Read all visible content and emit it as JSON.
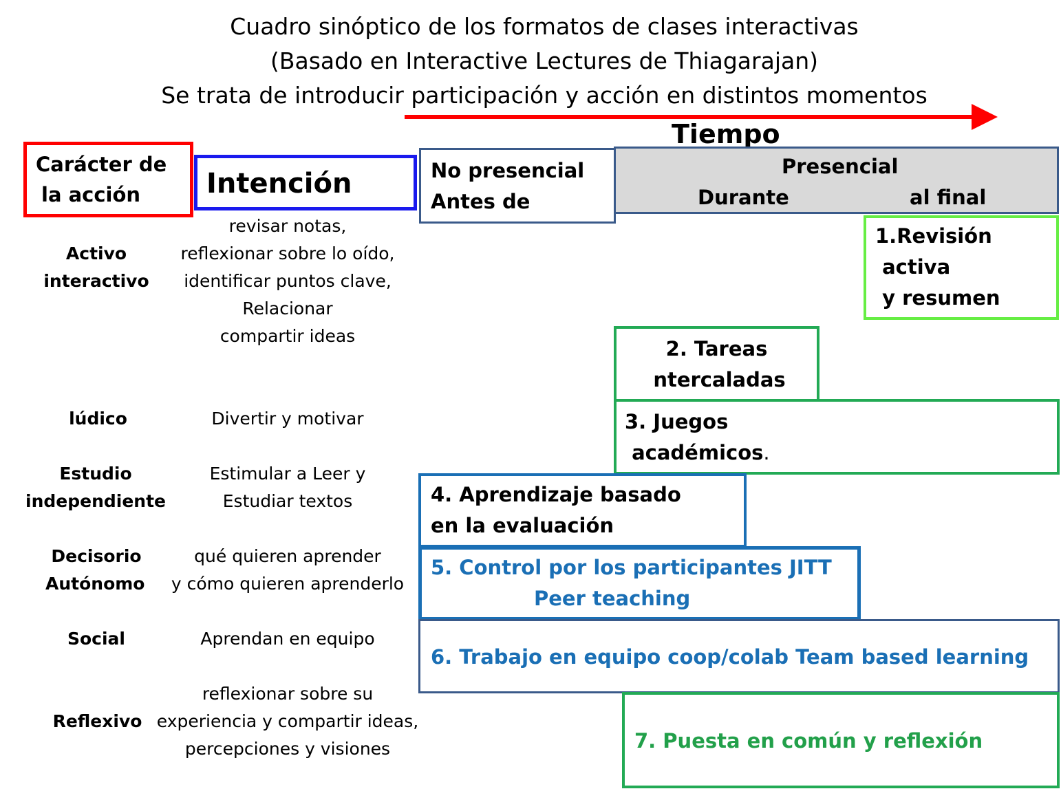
{
  "title": {
    "line1": "Cuadro sinóptico de los formatos de clases interactivas",
    "line2": "(Basado en Interactive Lectures de Thiagarajan)",
    "line3": "Se trata de  introducir participación y acción en distintos momentos"
  },
  "timeline": {
    "label": "Tiempo",
    "arrow_color": "#ff0000"
  },
  "headers": {
    "caracter_line1": "Carácter de",
    "caracter_line2": "la acción",
    "intencion": "Intención",
    "no_presencial_line1": "No presencial",
    "no_presencial_line2": "Antes de",
    "presencial": "Presencial",
    "durante": "Durante",
    "al_final": "al final"
  },
  "rows": [
    {
      "caracter": [
        "Activo",
        "interactivo"
      ],
      "intencion": [
        "revisar notas,",
        "reflexionar sobre lo oído,",
        "identificar puntos clave,",
        "Relacionar",
        "compartir  ideas"
      ]
    },
    {
      "caracter": [
        "lúdico"
      ],
      "intencion": [
        "Divertir y motivar"
      ]
    },
    {
      "caracter": [
        "Estudio",
        "independiente"
      ],
      "intencion": [
        "Estimular a Leer y",
        "Estudiar  textos"
      ]
    },
    {
      "caracter": [
        "Decisorio",
        "Autónomo"
      ],
      "intencion": [
        "qué quieren aprender",
        "y cómo quieren  aprenderlo"
      ]
    },
    {
      "caracter": [
        "Social"
      ],
      "intencion": [
        "Aprendan en equipo"
      ]
    },
    {
      "caracter": [
        "Reflexivo"
      ],
      "intencion": [
        "reflexionar sobre su",
        "experiencia y compartir ideas,",
        "percepciones  y visiones"
      ]
    }
  ],
  "formats": [
    {
      "lines": [
        "1.Revisión",
        " activa",
        " y resumen"
      ],
      "color": "#000000",
      "border": "#66ee44"
    },
    {
      "lines": [
        "2. Tareas",
        "ntercaladas"
      ],
      "color": "#000000",
      "border": "#22aa55"
    },
    {
      "lines": [
        "3. Juegos",
        " académicos",
        "."
      ],
      "color": "#000000",
      "border": "#22aa55"
    },
    {
      "lines": [
        "4. Aprendizaje basado",
        "en la evaluación"
      ],
      "color": "#000000",
      "border": "#1a6fb5"
    },
    {
      "lines": [
        "5. Control por los participantes JITT",
        "Peer teaching"
      ],
      "color": "#1a6fb5",
      "border": "#1a6fb5"
    },
    {
      "lines": [
        "6. Trabajo en equipo coop/colab Team based learning"
      ],
      "color": "#1a6fb5",
      "border": "#3a5a8a"
    },
    {
      "lines": [
        "7. Puesta en común y reflexión"
      ],
      "color": "#22a04a",
      "border": "#22aa55"
    }
  ]
}
